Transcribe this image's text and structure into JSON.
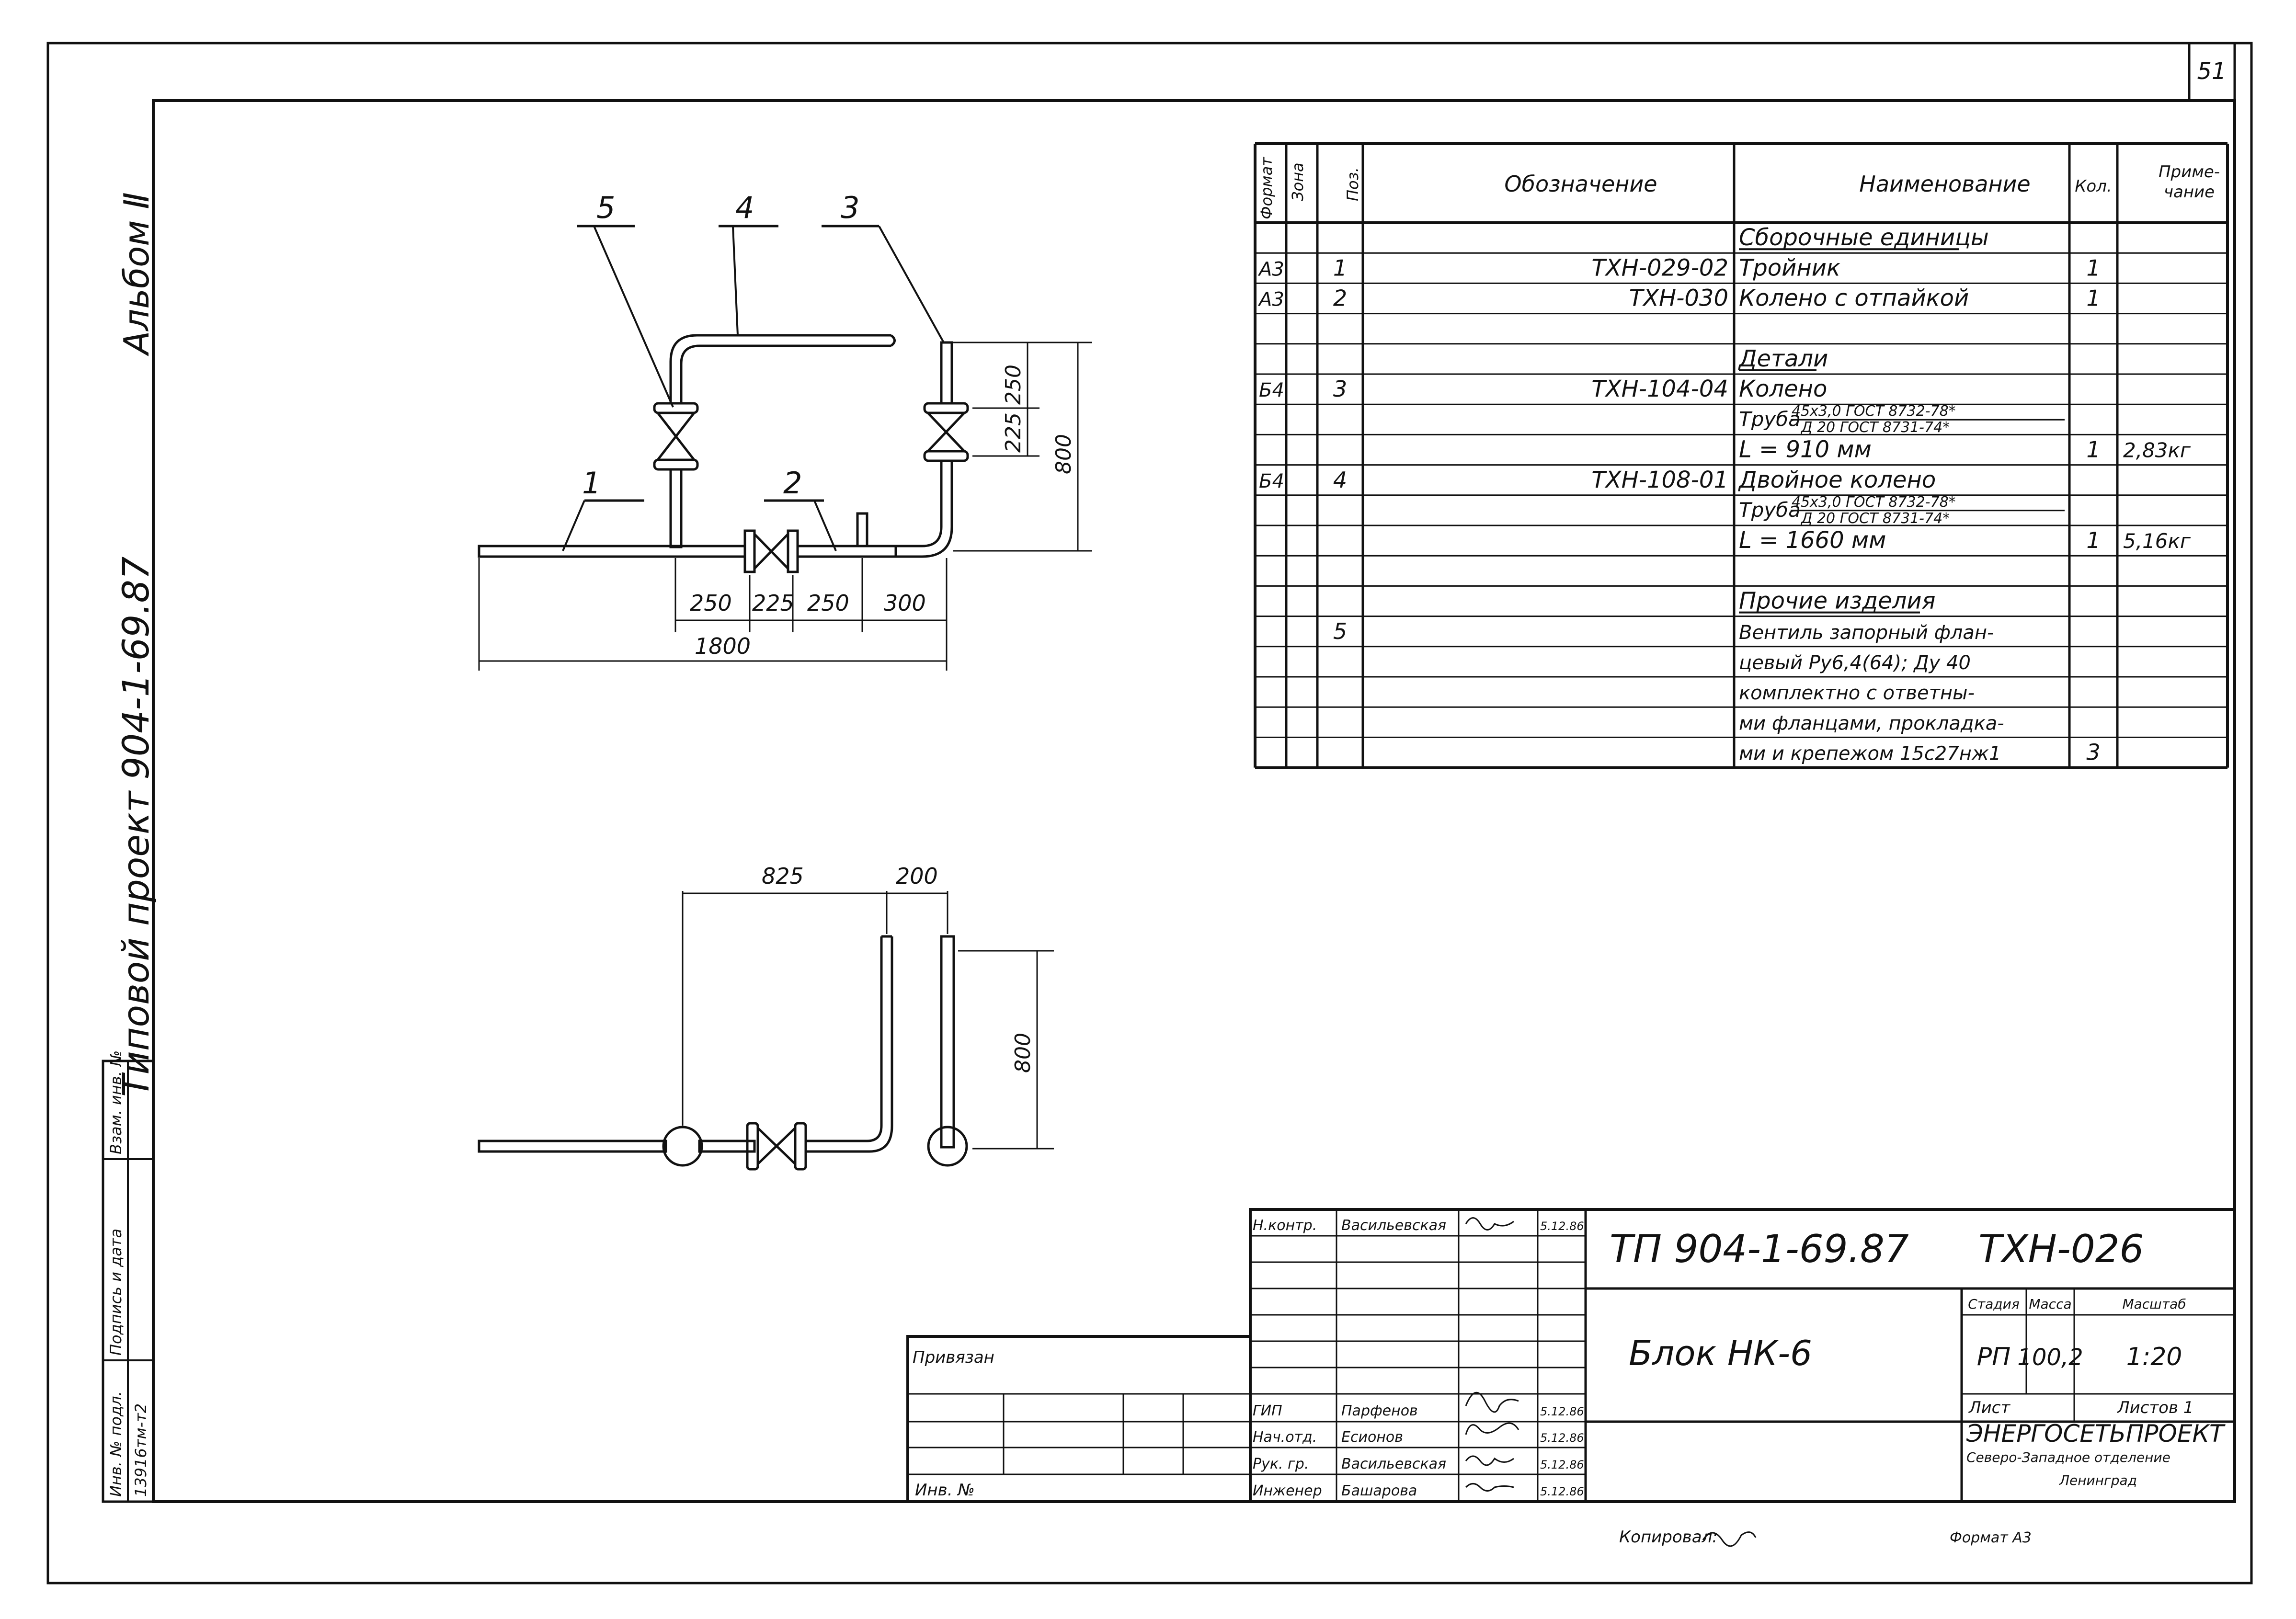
{
  "sheet_number": "51",
  "album_label": "Альбом Ⅱ",
  "project_label": "Типовой проект 904-1-69.87",
  "side_stamp": {
    "cells": [
      "Инв. № подл.",
      "Подпись и дата",
      "Взам. инв. №"
    ],
    "inv_value": "13916тм-т2"
  },
  "drawing": {
    "callouts": [
      "1",
      "2",
      "3",
      "4",
      "5"
    ],
    "dims_plan": [
      "250",
      "225",
      "250",
      "300",
      "1800"
    ],
    "dims_vertical": [
      "250",
      "225",
      "800"
    ],
    "dims_side": [
      "825",
      "200",
      "800"
    ]
  },
  "spec": {
    "headers": {
      "format": "Формат",
      "zone": "Зона",
      "pos": "Поз.",
      "designation": "Обозначение",
      "name": "Наименование",
      "qty": "Кол.",
      "note_line1": "Приме-",
      "note_line2": "чание"
    },
    "rows": [
      {
        "format": "",
        "pos": "",
        "designation": "",
        "name": "Сборочные единицы",
        "qty": "",
        "note": "",
        "underline": true
      },
      {
        "format": "А3",
        "pos": "1",
        "designation": "ТХН-029-02",
        "name": "Тройник",
        "qty": "1",
        "note": "",
        "underline": false
      },
      {
        "format": "А3",
        "pos": "2",
        "designation": "ТХН-030",
        "name": "Колено с отпайкой",
        "qty": "1",
        "note": "",
        "underline": false
      },
      {
        "format": "",
        "pos": "",
        "designation": "",
        "name": "",
        "qty": "",
        "note": "",
        "underline": false
      },
      {
        "format": "",
        "pos": "",
        "designation": "",
        "name": "Детали",
        "qty": "",
        "note": "",
        "underline": true
      },
      {
        "format": "Б4",
        "pos": "3",
        "designation": "ТХН-104-04",
        "name": "Колено",
        "qty": "",
        "note": "",
        "underline": false
      },
      {
        "format": "",
        "pos": "",
        "designation": "",
        "name": "",
        "qty": "",
        "note": "",
        "underline": false,
        "pipe": [
          "Труба",
          "45х3,0 ГОСТ 8732-78*",
          "Д 20 ГОСТ 8731-74*"
        ]
      },
      {
        "format": "",
        "pos": "",
        "designation": "",
        "name": "L = 910 мм",
        "qty": "1",
        "note": "2,83кг",
        "underline": false
      },
      {
        "format": "Б4",
        "pos": "4",
        "designation": "ТХН-108-01",
        "name": "Двойное колено",
        "qty": "",
        "note": "",
        "underline": false
      },
      {
        "format": "",
        "pos": "",
        "designation": "",
        "name": "",
        "qty": "",
        "note": "",
        "underline": false,
        "pipe": [
          "Труба",
          "45х3,0 ГОСТ 8732-78*",
          "Д 20 ГОСТ 8731-74*"
        ]
      },
      {
        "format": "",
        "pos": "",
        "designation": "",
        "name": "L = 1660 мм",
        "qty": "1",
        "note": "5,16кг",
        "underline": false
      },
      {
        "format": "",
        "pos": "",
        "designation": "",
        "name": "",
        "qty": "",
        "note": "",
        "underline": false
      },
      {
        "format": "",
        "pos": "",
        "designation": "",
        "name": "Прочие изделия",
        "qty": "",
        "note": "",
        "underline": true
      },
      {
        "format": "",
        "pos": "5",
        "designation": "",
        "name": "Вентиль запорный флан-",
        "qty": "",
        "note": "",
        "underline": false
      },
      {
        "format": "",
        "pos": "",
        "designation": "",
        "name": "цевый Ру6,4(64); Ду 40",
        "qty": "",
        "note": "",
        "underline": false
      },
      {
        "format": "",
        "pos": "",
        "designation": "",
        "name": "комплектно с ответны-",
        "qty": "",
        "note": "",
        "underline": false
      },
      {
        "format": "",
        "pos": "",
        "designation": "",
        "name": "ми фланцами, прокладка-",
        "qty": "",
        "note": "",
        "underline": false
      },
      {
        "format": "",
        "pos": "",
        "designation": "",
        "name": "ми и крепежом 15с27нж1",
        "qty": "3",
        "note": "",
        "underline": false
      }
    ]
  },
  "title_block": {
    "code": "ТП 904-1-69.87",
    "sheet_code": "ТХН-026",
    "title": "Блок НК-6",
    "stage_header": "Стадия",
    "mass_header": "Масса",
    "scale_header": "Масштаб",
    "stage": "РП",
    "mass": "100,2",
    "scale": "1:20",
    "sheet_label": "Лист",
    "sheets_label": "Листов 1",
    "org": "ЭНЕРГОСЕТЬПРОЕКТ",
    "org_sub1": "Северо-Западное отделение",
    "org_sub2": "Ленинград",
    "privyazan": "Привязан",
    "inv_no": "Инв. №",
    "copied": "Копировал:",
    "format": "Формат А3",
    "signers": [
      {
        "role": "Н.контр.",
        "name": "Васильевская",
        "date": "5.12.86"
      },
      {
        "role": "ГИП",
        "name": "Парфенов",
        "date": "5.12.86"
      },
      {
        "role": "Нач.отд.",
        "name": "Есионов",
        "date": "5.12.86"
      },
      {
        "role": "Рук. гр.",
        "name": "Васильевская",
        "date": "5.12.86"
      },
      {
        "role": "Инженер",
        "name": "Башарова",
        "date": "5.12.86"
      }
    ]
  }
}
